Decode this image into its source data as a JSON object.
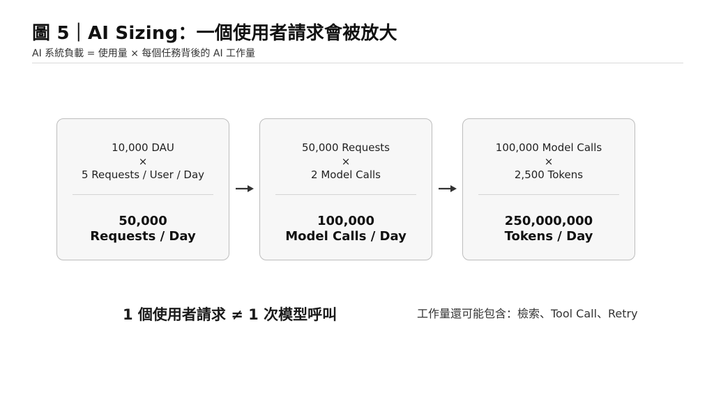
{
  "header": {
    "title": "圖 5｜AI Sizing：一個使用者請求會被放大",
    "subtitle": "AI 系統負載 = 使用量 × 每個任務背後的 AI 工作量"
  },
  "cards": [
    {
      "input_1": "10,000 DAU",
      "operator": "×",
      "input_2": "5 Requests / User / Day",
      "result_value": "50,000",
      "result_unit": "Requests / Day"
    },
    {
      "input_1": "50,000 Requests",
      "operator": "×",
      "input_2": "2 Model Calls",
      "result_value": "100,000",
      "result_unit": "Model Calls / Day"
    },
    {
      "input_1": "100,000 Model Calls",
      "operator": "×",
      "input_2": "2,500 Tokens",
      "result_value": "250,000,000",
      "result_unit": "Tokens / Day"
    }
  ],
  "footer": {
    "main": "1 個使用者請求 ≠ 1 次模型呼叫",
    "note": "工作量還可能包含：檢索、Tool Call、Retry"
  },
  "colors": {
    "card_border": "#bdbdbd",
    "card_fill": "#f7f7f7",
    "arrow": "#333333"
  }
}
